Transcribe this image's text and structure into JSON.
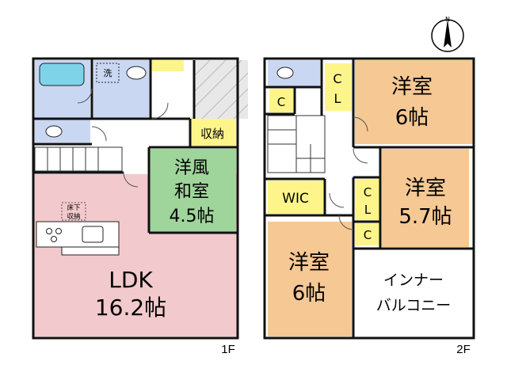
{
  "floor1": {
    "label": "1F",
    "rooms": {
      "ldk": {
        "name": "LDK",
        "size": "16.2帖"
      },
      "washitsu": {
        "line1": "洋風",
        "line2": "和室",
        "line3": "4.5帖"
      },
      "storage": {
        "name": "収納"
      },
      "washroom": {
        "name": "洗"
      },
      "underfloor": {
        "line1": "床下",
        "line2": "収納"
      }
    }
  },
  "floor2": {
    "label": "2F",
    "rooms": {
      "western_a": {
        "name": "洋室",
        "size": "6帖"
      },
      "western_b": {
        "name": "洋室",
        "size": "5.7帖"
      },
      "western_c": {
        "name": "洋室",
        "size": "6帖"
      },
      "wic": {
        "name": "WIC"
      },
      "closet_cl_top": {
        "c": "C",
        "l": "L"
      },
      "closet_cl_mid": {
        "c": "C",
        "l": "L"
      },
      "closet_c_top": {
        "name": "C"
      },
      "closet_c_mid": {
        "name": "C"
      },
      "balcony": {
        "line1": "インナー",
        "line2": "バルコニー"
      }
    }
  },
  "compass": {
    "north": "N"
  },
  "colors": {
    "ldk": "#f2c9cc",
    "washitsu": "#9fd49a",
    "western": "#f6c894",
    "storage": "#fdf58a",
    "wet": "#c9d7f2",
    "bath": "#7fd3e8",
    "wall": "#111111"
  }
}
